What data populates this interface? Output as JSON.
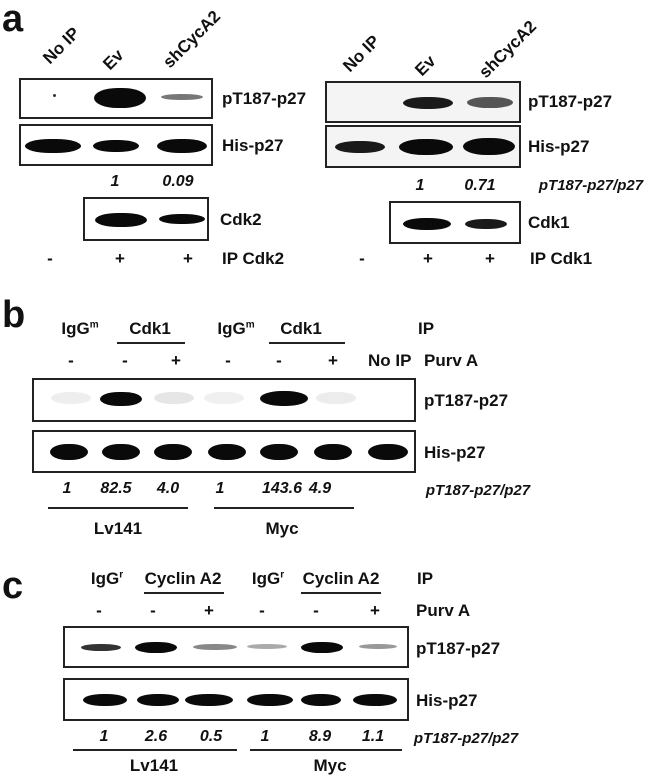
{
  "panels": {
    "a": {
      "letter": "a",
      "left": {
        "lanes": [
          "No IP",
          "Ev",
          "shCycA2"
        ],
        "blots": [
          "pT187-p27",
          "His-p27"
        ],
        "ratios": [
          "1",
          "0.09"
        ],
        "loading_blot": "Cdk2",
        "ip_signs": [
          "-",
          "+",
          "+"
        ],
        "ip_label": "IP Cdk2"
      },
      "right": {
        "lanes": [
          "No IP",
          "Ev",
          "shCycA2"
        ],
        "blots": [
          "pT187-p27",
          "His-p27"
        ],
        "ratios": [
          "1",
          "0.71"
        ],
        "ratio_label": "pT187-p27/p27",
        "loading_blot": "Cdk1",
        "ip_signs": [
          "-",
          "+",
          "+"
        ],
        "ip_label": "IP Cdk1"
      }
    },
    "b": {
      "letter": "b",
      "ip_groups": [
        "IgG",
        "Cdk1",
        "IgG",
        "Cdk1"
      ],
      "ip_superscript": "m",
      "ip_label": "IP",
      "purv_signs": [
        "-",
        "-",
        "+",
        "-",
        "-",
        "+"
      ],
      "no_ip": "No IP",
      "purv_label": "Purv A",
      "blots": [
        "pT187-p27",
        "His-p27"
      ],
      "ratios": [
        "1",
        "82.5",
        "4.0",
        "1",
        "143.6",
        "4.9"
      ],
      "ratio_label": "pT187-p27/p27",
      "cell_lines": [
        "Lv141",
        "Myc"
      ]
    },
    "c": {
      "letter": "c",
      "ip_groups": [
        "IgG",
        "Cyclin A2",
        "IgG",
        "Cyclin A2"
      ],
      "ip_superscript": "r",
      "ip_label": "IP",
      "purv_signs": [
        "-",
        "-",
        "+",
        "-",
        "-",
        "+"
      ],
      "purv_label": "Purv A",
      "blots": [
        "pT187-p27",
        "His-p27"
      ],
      "ratios": [
        "1",
        "2.6",
        "0.5",
        "1",
        "8.9",
        "1.1"
      ],
      "ratio_label": "pT187-p27/p27",
      "cell_lines": [
        "Lv141",
        "Myc"
      ]
    }
  },
  "chart_data": {
    "type": "table",
    "title": "Western blot quantification pT187-p27/p27",
    "tables": [
      {
        "panel": "a-left",
        "ip": "Cdk2",
        "lanes": [
          "No IP",
          "Ev",
          "shCycA2"
        ],
        "ratio": [
          null,
          1,
          0.09
        ]
      },
      {
        "panel": "a-right",
        "ip": "Cdk1",
        "lanes": [
          "No IP",
          "Ev",
          "shCycA2"
        ],
        "ratio": [
          null,
          1,
          0.71
        ]
      },
      {
        "panel": "b",
        "ip": [
          "IgGm",
          "Cdk1",
          "Cdk1",
          "IgGm",
          "Cdk1",
          "Cdk1",
          "No IP"
        ],
        "purv_a": [
          "-",
          "-",
          "+",
          "-",
          "-",
          "+",
          ""
        ],
        "cell_line": [
          "Lv141",
          "Lv141",
          "Lv141",
          "Myc",
          "Myc",
          "Myc",
          ""
        ],
        "ratio": [
          1,
          82.5,
          4.0,
          1,
          143.6,
          4.9,
          null
        ]
      },
      {
        "panel": "c",
        "ip": [
          "IgGr",
          "Cyclin A2",
          "Cyclin A2",
          "IgGr",
          "Cyclin A2",
          "Cyclin A2"
        ],
        "purv_a": [
          "-",
          "-",
          "+",
          "-",
          "-",
          "+"
        ],
        "cell_line": [
          "Lv141",
          "Lv141",
          "Lv141",
          "Myc",
          "Myc",
          "Myc"
        ],
        "ratio": [
          1,
          2.6,
          0.5,
          1,
          8.9,
          1.1
        ]
      }
    ]
  }
}
